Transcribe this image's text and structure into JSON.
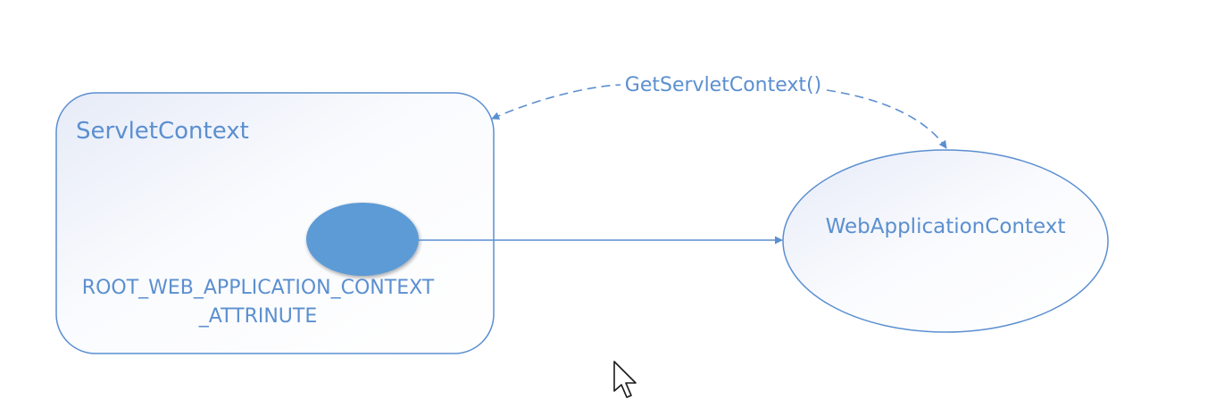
{
  "diagram": {
    "servlet_context": {
      "title": "ServletContext",
      "attribute_line1": "ROOT_WEB_APPLICATION_CONTEXT",
      "attribute_line2": "_ATTRINUTE"
    },
    "web_application_context": {
      "title": "WebApplicationContext"
    },
    "get_servlet_context_label": "GetServletContext()"
  },
  "colors": {
    "stroke": "#5b8fd0",
    "text": "#5b8fd0",
    "attribute_fill": "#5b9bd5",
    "node_fill_light": "#e9eef8"
  },
  "icons": [
    "mouse-cursor-icon"
  ]
}
